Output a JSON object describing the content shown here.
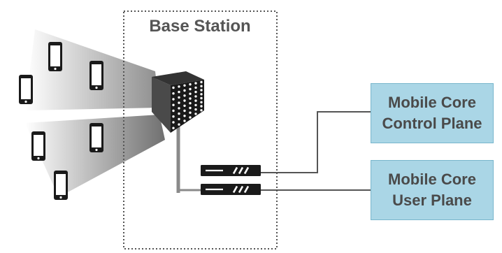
{
  "base_station": {
    "title": "Base Station"
  },
  "core": {
    "control_plane": "Mobile Core\nControl Plane",
    "user_plane": "Mobile Core\nUser Plane"
  },
  "icons": [
    "phone-icon",
    "antenna-panel-icon",
    "server-unit-icon"
  ],
  "colors": {
    "core_box_fill": "#aad6e6",
    "core_box_border": "#78b6cc",
    "line": "#555555",
    "device": "#1a1a1a"
  }
}
